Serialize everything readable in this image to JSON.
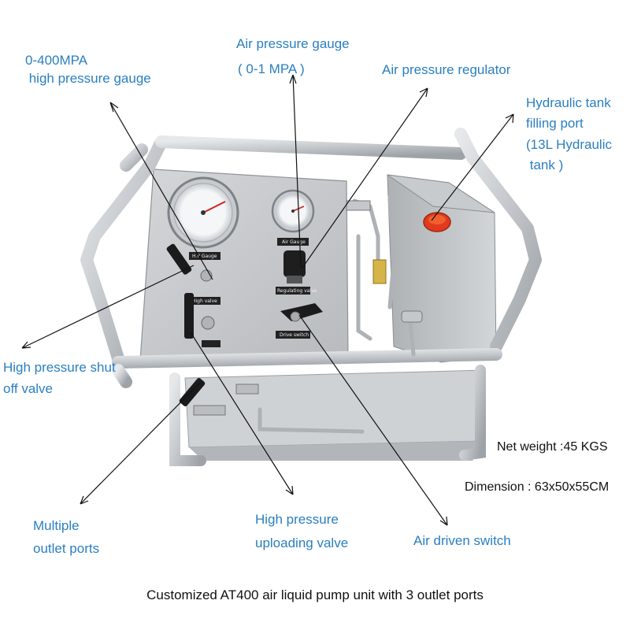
{
  "labels": {
    "high_pressure_gauge": "0-400MPA\n high pressure gauge",
    "air_pressure_gauge_title": "Air pressure gauge",
    "air_pressure_gauge_range": "( 0-1 MPA )",
    "air_pressure_regulator": "Air pressure regulator",
    "hydraulic_tank_port": "Hydraulic tank\nfilling port\n(13L Hydraulic\n tank )",
    "shut_off_valve": "High pressure shut\noff valve",
    "outlet_ports": "Multiple\noutlet ports",
    "uploading_valve": "High pressure\nuploading valve",
    "air_driven_switch": "Air driven switch"
  },
  "specs": {
    "net_weight": "Net weight :45 KGS",
    "dimension": "Dimension : 63x50x55CM"
  },
  "caption": "Customized  AT400 air liquid pump unit with 3 outlet ports",
  "panel_plates": {
    "hp_gauge": "H.P Gauge",
    "air_gauge": "Air Gauge",
    "regulating_valve": "Regulating valve",
    "high_valve": "High valve",
    "drive_switch": "Drive switch"
  },
  "colors": {
    "label_blue": "#2a7fc0",
    "frame_steel": "#b9bec3",
    "knob_red": "#e23a1c"
  }
}
